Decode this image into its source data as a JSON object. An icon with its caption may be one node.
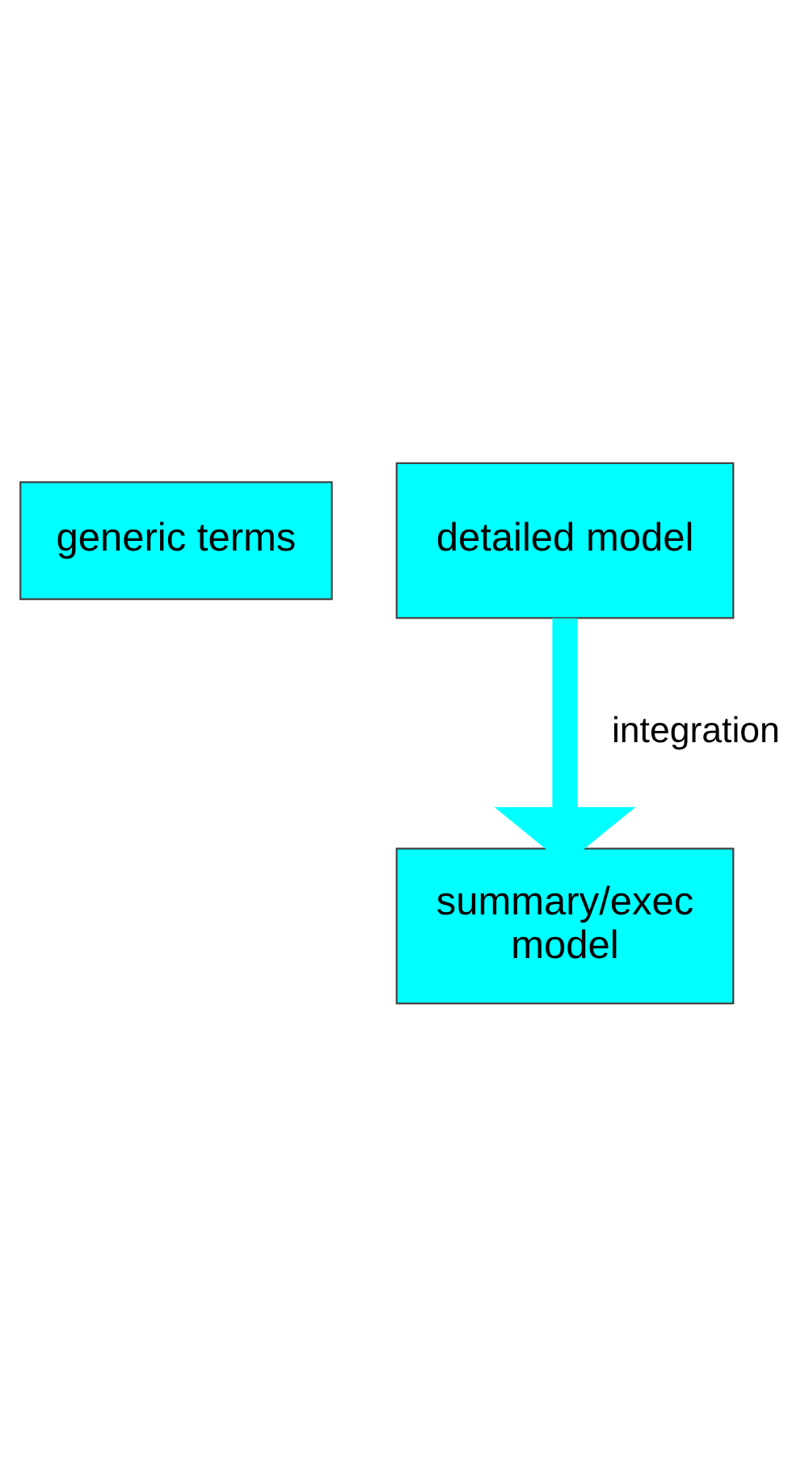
{
  "diagram": {
    "nodes": [
      {
        "text": [
          "generic terms"
        ]
      },
      {
        "text": [
          "detailed model"
        ]
      },
      {
        "text": [
          "summary/exec model"
        ]
      }
    ],
    "edges": [
      {
        "from": 1,
        "to": 2,
        "arrow": "to",
        "label": "integration"
      }
    ]
  }
}
